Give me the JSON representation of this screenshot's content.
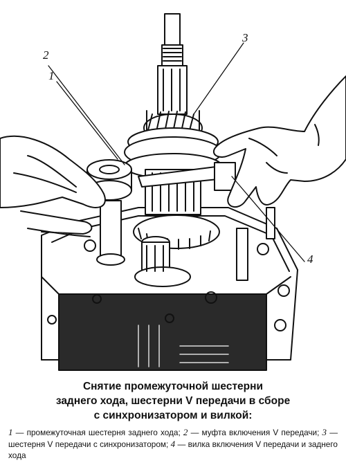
{
  "figure": {
    "callouts": [
      {
        "number": "1"
      },
      {
        "number": "2"
      },
      {
        "number": "3"
      },
      {
        "number": "4"
      }
    ]
  },
  "caption": {
    "title_lines": [
      "Снятие промежуточной шестерни",
      "заднего хода, шестерни V передачи в сборе",
      "с синхронизатором и вилкой:"
    ],
    "legend": [
      {
        "num": "1",
        "text": "промежуточная шестерня заднего хода;"
      },
      {
        "num": "2",
        "text": "муфта включения V передачи;"
      },
      {
        "num": "3",
        "text": "шестерня V передачи с синхронизатором;"
      },
      {
        "num": "4",
        "text": "вилка включения V передачи и заднего хода"
      }
    ]
  }
}
